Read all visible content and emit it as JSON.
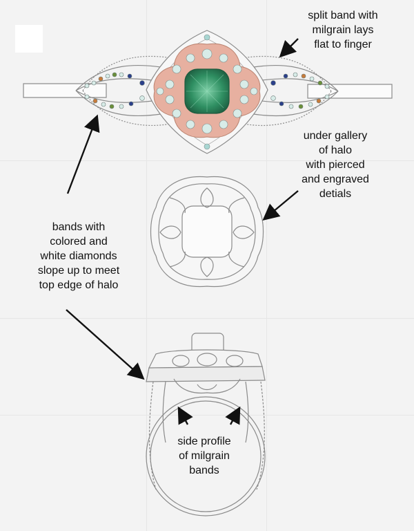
{
  "annotations": {
    "split_band": "split band with\nmilgrain lays\nflat to finger",
    "under_gallery": "under gallery\nof halo\nwith pierced\nand engraved\ndetials",
    "bands_colored": "bands with\ncolored and\nwhite diamonds\nslope up to meet\ntop edge of halo",
    "side_profile": "side profile\nof milgrain\nbands"
  },
  "icons": {
    "arrow": "arrow-icon",
    "center_stone": "emerald-stone-icon"
  },
  "colors": {
    "background": "#f3f3f3",
    "pencil": "#8a8a8a",
    "rose_gold": "#e7b0a0",
    "center_stone": "#2f8f62",
    "blue_gem": "#2b3f8a",
    "orange_gem": "#c77a3a",
    "green_gem": "#6b8f3a",
    "diamond": "#d8ece8"
  }
}
